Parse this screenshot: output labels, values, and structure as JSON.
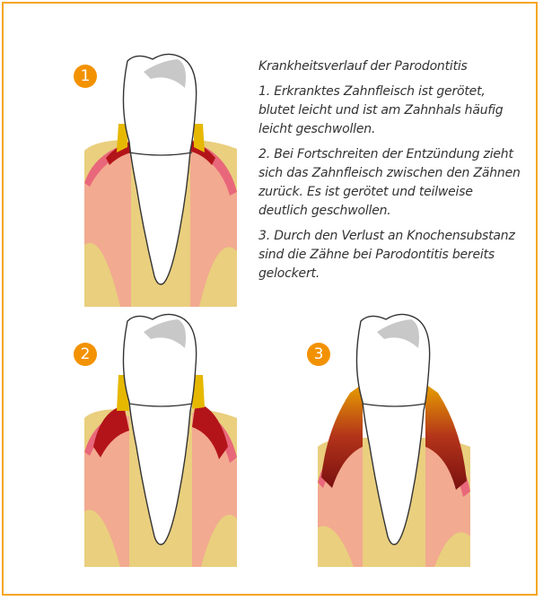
{
  "caption": {
    "title": "Krankheitsverlauf der Parodontitis",
    "step1": "1. Erkranktes Zahnfleisch ist gerötet, blutet leicht und ist am Zahnhals häufig leicht geschwollen.",
    "step2": "2. Bei Fortschreiten der Entzündung zieht sich das Zahnfleisch zwischen den Zähnen zurück. Es ist gerötet und teilweise deutlich geschwollen.",
    "step3": "3. Durch den Verlust an Knochensub­stanz sind die Zähne bei Parodontitis bereits gelockert."
  },
  "stages": [
    {
      "number": "1"
    },
    {
      "number": "2"
    },
    {
      "number": "3"
    }
  ],
  "colors": {
    "frame": "#f5a623",
    "badge": "#f39200",
    "bone": "#e9cf7e",
    "gum": "#f2aa90",
    "gum_edge": "#e9677a",
    "inflamed": "#b3141a",
    "plaque": "#e6b800",
    "tooth": "#ffffff",
    "enamel_shadow": "#c8c8c8"
  }
}
